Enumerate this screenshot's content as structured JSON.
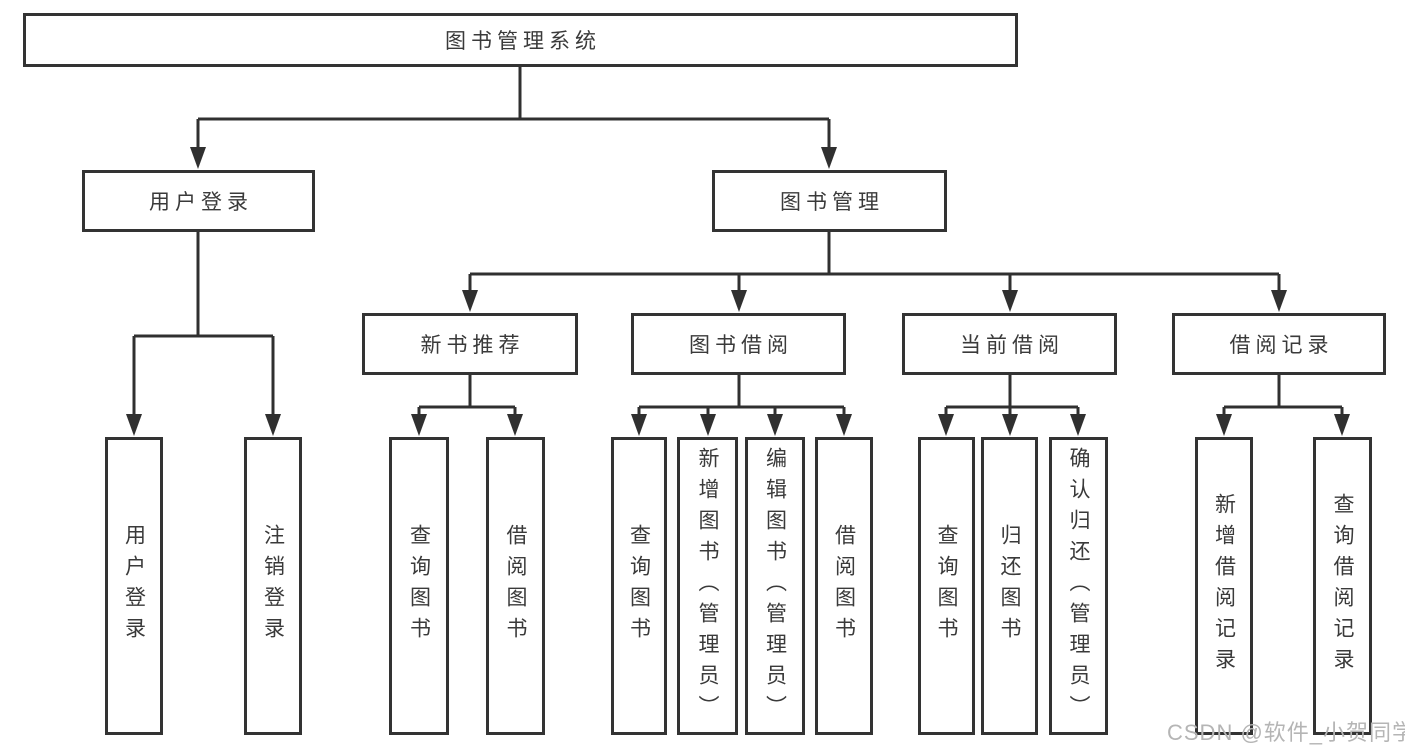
{
  "tree": {
    "label": "图书管理系统",
    "children": [
      {
        "label": "用户登录",
        "children": [
          {
            "label": "用户登录"
          },
          {
            "label": "注销登录"
          }
        ]
      },
      {
        "label": "图书管理",
        "children": [
          {
            "label": "新书推荐",
            "children": [
              {
                "label": "查询图书"
              },
              {
                "label": "借阅图书"
              }
            ]
          },
          {
            "label": "图书借阅",
            "children": [
              {
                "label": "查询图书"
              },
              {
                "label": "新增图书（管理员）"
              },
              {
                "label": "编辑图书（管理员）"
              },
              {
                "label": "借阅图书"
              }
            ]
          },
          {
            "label": "当前借阅",
            "children": [
              {
                "label": "查询图书"
              },
              {
                "label": "归还图书"
              },
              {
                "label": "确认归还（管理员）"
              }
            ]
          },
          {
            "label": "借阅记录",
            "children": [
              {
                "label": "新增借阅记录"
              },
              {
                "label": "查询借阅记录"
              }
            ]
          }
        ]
      }
    ]
  },
  "watermark": {
    "text": "CSDN @软件_小贺同学"
  },
  "colors": {
    "line": "#303030",
    "box_border": "#333333",
    "text": "#3a3a3a",
    "background": "#ffffff",
    "watermark_text": "#b5b5b5"
  }
}
